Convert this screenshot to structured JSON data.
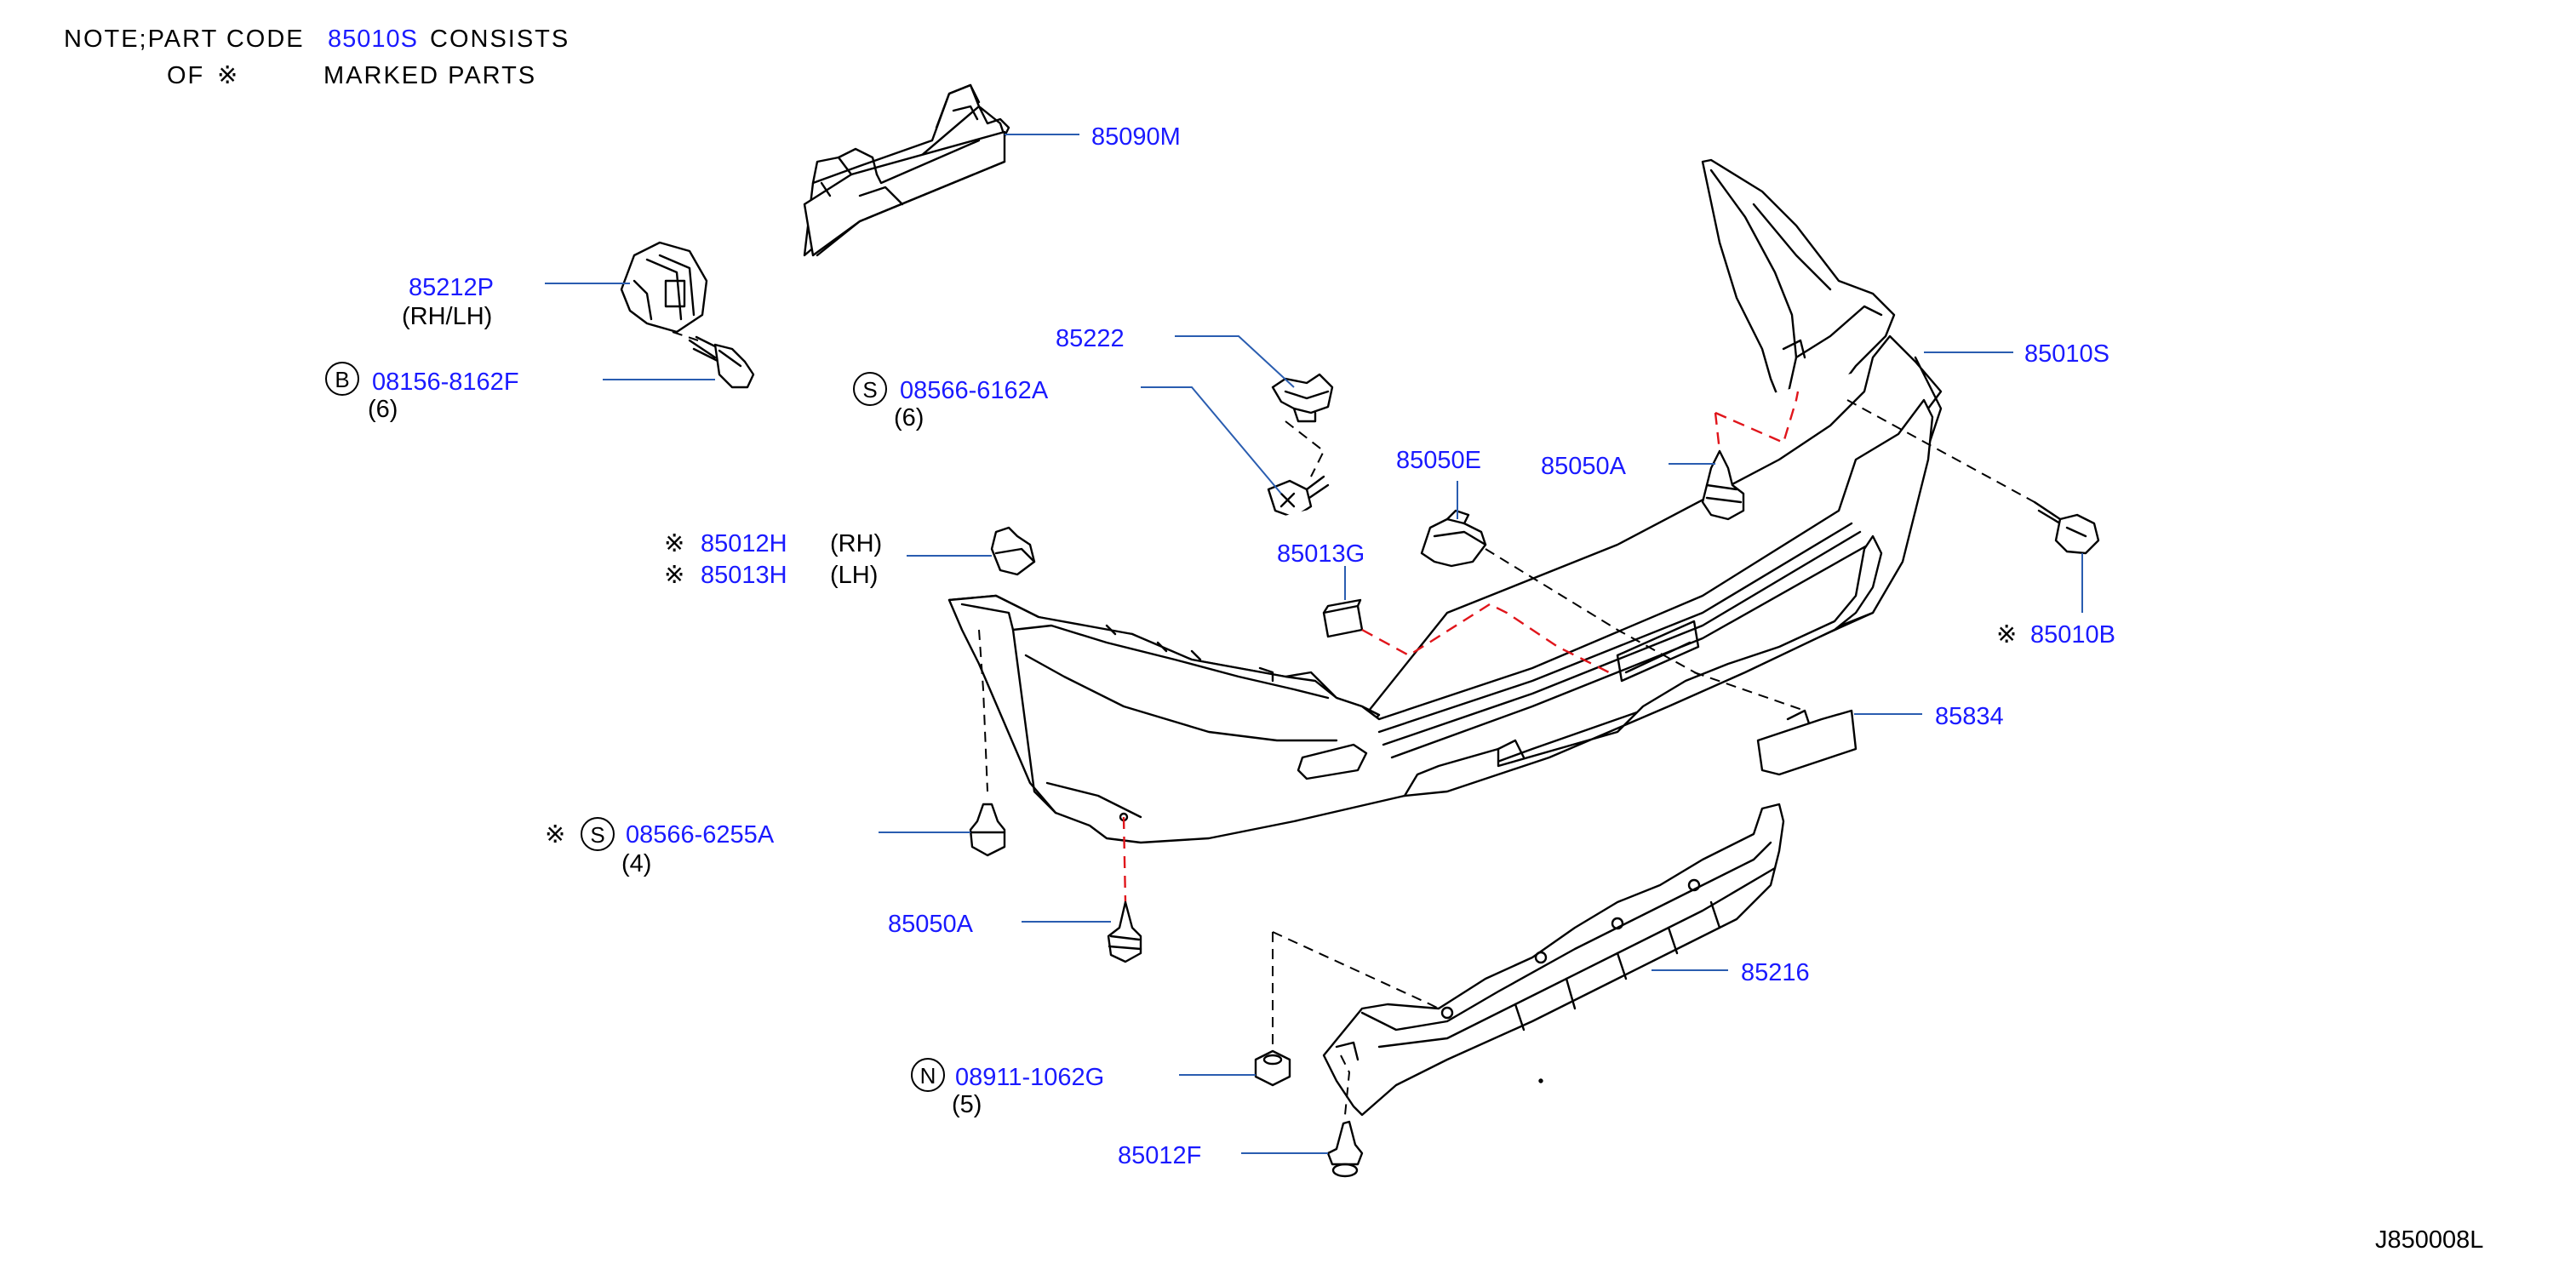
{
  "note": {
    "line1_prefix": "NOTE;PART   CODE",
    "line1_code": "85010S",
    "line1_suffix": "CONSISTS",
    "line2_of": "OF",
    "line2_symbol": "※",
    "line2_suffix": "MARKED   PARTS"
  },
  "diagram_id": "J850008L",
  "colors": {
    "label": "#1a1aff",
    "leader": "#2a5db0",
    "guide_red": "#e0151b",
    "line": "#000000"
  },
  "labels": {
    "p85090M": "85090M",
    "p85212P": "85212P",
    "p85212P_sub": "(RH/LH)",
    "p08156": "08156-8162F",
    "p08156_badge": "B",
    "p08156_qty": "(6)",
    "p85222": "85222",
    "p08566_6162A": "08566-6162A",
    "p08566_6162A_badge": "S",
    "p08566_6162A_qty": "(6)",
    "p85010S": "85010S",
    "p85050E": "85050E",
    "p85050A_top": "85050A",
    "p85013G": "85013G",
    "p85012H": "85012H",
    "p85012H_side": "(RH)",
    "p85013H": "85013H",
    "p85013H_side": "(LH)",
    "marker": "※",
    "p85010B": "85010B",
    "p85834": "85834",
    "p08566_6255A": "08566-6255A",
    "p08566_6255A_badge": "S",
    "p08566_6255A_qty": "(4)",
    "p85050A_bottom": "85050A",
    "p85216": "85216",
    "p08911": "08911-1062G",
    "p08911_badge": "N",
    "p08911_qty": "(5)",
    "p85012F": "85012F"
  },
  "icons": [
    "rear-bumper-fascia-85010S",
    "bumper-reinforcement-85090M",
    "bumper-bracket-85212P",
    "bolt-icon",
    "screw-clip-icon",
    "clip-icon",
    "nut-icon",
    "reflector-85834",
    "under-cover-85216",
    "seal-pad-85013G"
  ]
}
